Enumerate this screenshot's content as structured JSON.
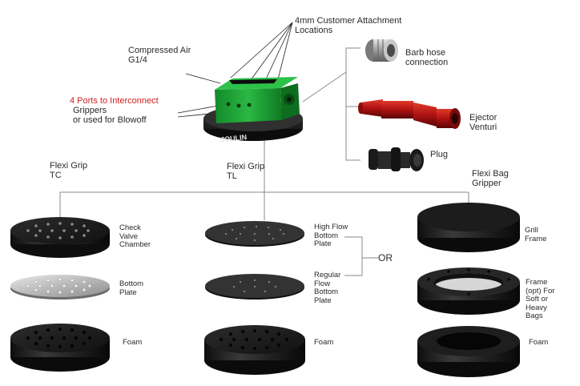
{
  "labels": {
    "attachment": "4mm Customer Attachment\nLocations",
    "compressed_air": "Compressed Air\nG1/4",
    "ports_red": "4 Ports to Interconnect",
    "ports_black": "Grippers\nor used for  Blowoff",
    "barb": "Barb hose\nconnection",
    "ejector": "Ejector\nVenturi",
    "plug": "Plug",
    "flexi_tc": "Flexi Grip\nTC",
    "flexi_tl": "Flexi Grip\nTL",
    "flexi_bag": "Flexi Bag\nGripper",
    "check_valve": "Check\nValve\nChamber",
    "bottom_plate": "Bottom\nPlate",
    "foam_left": "Foam",
    "high_flow": "High Flow\nBottom\nPlate",
    "or": "OR",
    "regular_flow": "Regular\nFlow\nBottom\nPlate",
    "foam_mid": "Foam",
    "grill_frame": "Grill\nFrame",
    "frame_opt": "Frame\n(opt) For\nSoft or\nHeavy\nBags",
    "foam_right": "Foam"
  },
  "brand_text": "JOULIN",
  "colors": {
    "ports_label": "#d21f1f",
    "manifold": "#22a336",
    "ejector": "#b01212",
    "connector": "#9a9a9a"
  }
}
